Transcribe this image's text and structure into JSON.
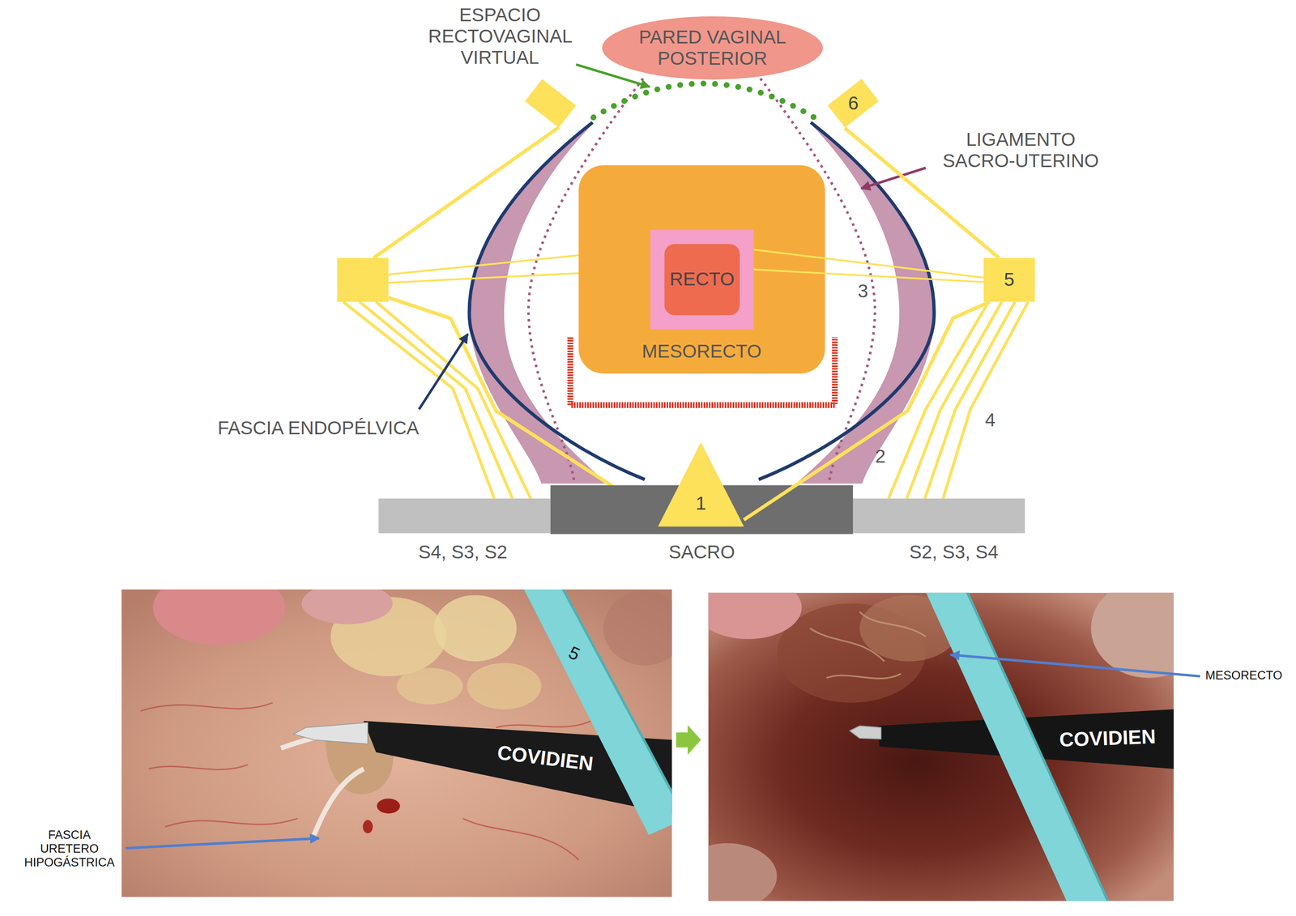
{
  "diagram": {
    "nodes": [
      {
        "text": [
          "PARED VAGINAL POSTERIOR"
        ]
      },
      {
        "text": [
          "MESORECTO"
        ]
      },
      {
        "text": [
          "RECTO"
        ],
        "in": 1
      },
      {
        "text": [
          "5"
        ]
      },
      {
        "text": [
          "6"
        ]
      },
      {
        "text": [
          "1"
        ]
      }
    ],
    "edges": [
      {
        "from": 3,
        "to": 2,
        "arrow": "none"
      },
      {
        "from": 3,
        "to": 2,
        "arrow": "none"
      },
      {
        "from": 4,
        "to": 3,
        "arrow": "none"
      },
      {
        "from": 5,
        "to": 3,
        "arrow": "none"
      }
    ],
    "labels": [
      "ESPACIO RECTOVAGINAL VIRTUAL",
      "LIGAMENTO SACRO-UTERINO",
      "FASCIA ENDOPÉLVICA",
      "3",
      "2",
      "4",
      "S4, S3, S2",
      "SACRO",
      "S2, S3, S4",
      "FASCIA URETERO HIPOGÁSTRICA",
      "MESORECTO",
      "5",
      "COVIDIEN",
      "COVIDIEN"
    ]
  }
}
